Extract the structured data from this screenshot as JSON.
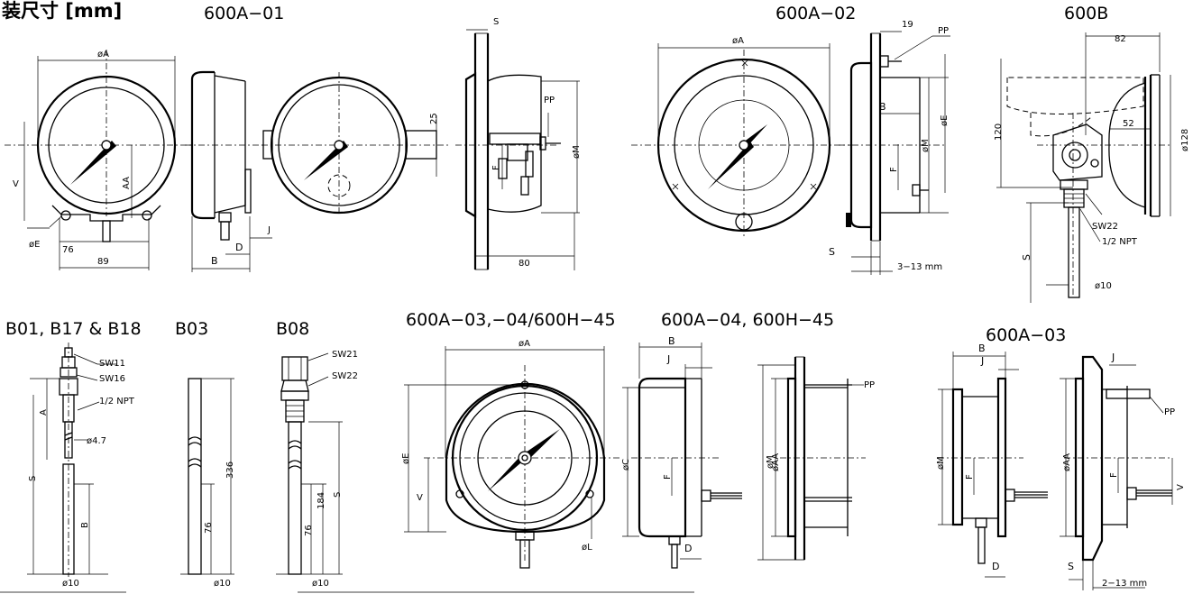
{
  "header": {
    "title": "装尺寸 [mm]"
  },
  "views": {
    "v01": {
      "title": "600A−01"
    },
    "v02": {
      "title": "600A−02"
    },
    "v600b": {
      "title": "600B"
    },
    "b01": {
      "title": "B01, B17 & B18"
    },
    "b03": {
      "title": "B03"
    },
    "b08": {
      "title": "B08"
    },
    "v03": {
      "title": "600A−03,−04/600H−45"
    },
    "v04": {
      "title": "600A−04, 600H−45"
    },
    "v03b": {
      "title": "600A−03"
    }
  },
  "dims": {
    "phiA": "øA",
    "phiE": "øE",
    "phiM": "øM",
    "phiC": "øC",
    "phiL": "øL",
    "phiAA": "øAA",
    "V": "V",
    "AA": "AA",
    "A": "A",
    "B": "B",
    "D": "D",
    "F": "F",
    "J": "J",
    "S": "S",
    "PP": "PP",
    "d76": "76",
    "d89": "89",
    "d25": "25",
    "d80": "80",
    "d19": "19",
    "d82": "82",
    "d52": "52",
    "d120": "120",
    "d128": "ø128",
    "d336": "336",
    "d184": "184",
    "SW11": "SW11",
    "SW16": "SW16",
    "SW21": "SW21",
    "SW22": "SW22",
    "npt": "1/2 NPT",
    "phi47": "ø4.7",
    "phi10": "ø10",
    "r313": "3−13 mm",
    "r213": "2−13 mm"
  }
}
